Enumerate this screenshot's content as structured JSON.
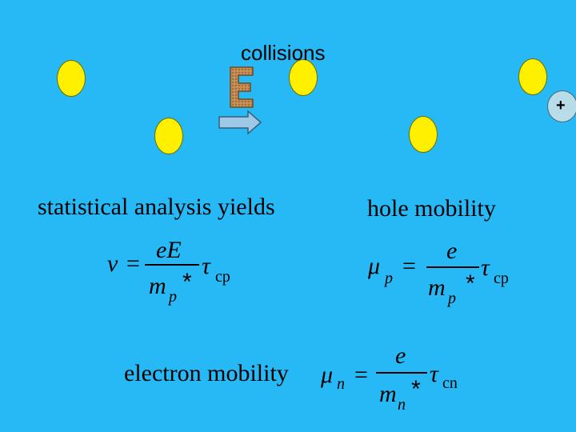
{
  "collisions_label": "collisions",
  "field_letter": "E",
  "hole_marker": "+",
  "statistical_text": "statistical analysis yields",
  "hole_mobility_text": "hole mobility",
  "electron_mobility_text": "electron mobility",
  "formula_velocity": {
    "lhs": "v",
    "eq": "=",
    "numerator": "eE",
    "den_main": "m",
    "den_sub": "p",
    "star": "*",
    "tau": "τ",
    "tau_sub": "cp"
  },
  "formula_hole": {
    "lhs": "μ",
    "lhs_sub": "p",
    "eq": "=",
    "numerator": "e",
    "den_main": "m",
    "den_sub": "p",
    "star": "*",
    "tau": "τ",
    "tau_sub": "cp"
  },
  "formula_electron": {
    "lhs": "μ",
    "lhs_sub": "n",
    "eq": "=",
    "numerator": "e",
    "den_main": "m",
    "den_sub": "n",
    "star": "*",
    "tau": "τ",
    "tau_sub": "cn"
  },
  "colors": {
    "background": "#27B9F5",
    "atom": "#FFF000",
    "hole": "#B8DCE8",
    "arrow": "#9EC8E6",
    "field_letter": "#C08A50"
  }
}
